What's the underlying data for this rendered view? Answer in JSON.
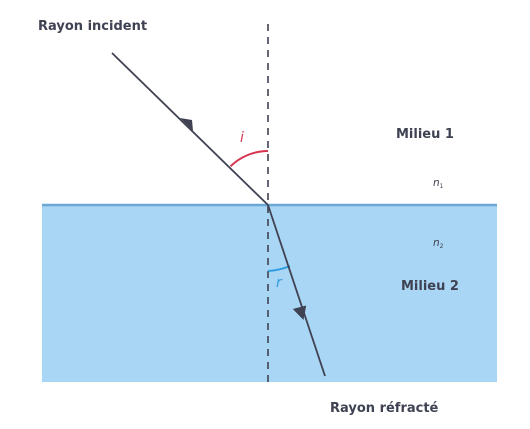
{
  "labels": {
    "incident_ray": "Rayon incident",
    "refracted_ray": "Rayon réfracté",
    "medium_1": "Milieu 1",
    "medium_2": "Milieu 2",
    "n1_symbol": "n",
    "n1_subscript": "1",
    "n2_symbol": "n",
    "n2_subscript": "2",
    "angle_incidence": "i",
    "angle_refraction": "r"
  },
  "colors": {
    "medium_2_fill": "#a9d6f4",
    "interface_line": "#6aa8d6",
    "ray": "#3f4252",
    "normal_line": "#3f4252",
    "angle_incidence": "#d6334f",
    "angle_refraction": "#2f9de0",
    "text": "#3f4252"
  },
  "diagram": {
    "normal_line_style": "dashed",
    "incident_arrow": true,
    "refracted_arrow": true
  }
}
